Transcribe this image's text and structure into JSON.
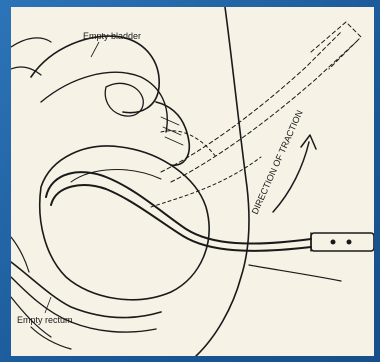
{
  "labels": {
    "bladder": "Empty bladder",
    "rectum": "Empty rectum",
    "traction": "DIRECTION OF TRACTION"
  },
  "colors": {
    "frame": "#1f5f9e",
    "paper": "#f6f2e6",
    "ink": "#1a1a1a"
  }
}
